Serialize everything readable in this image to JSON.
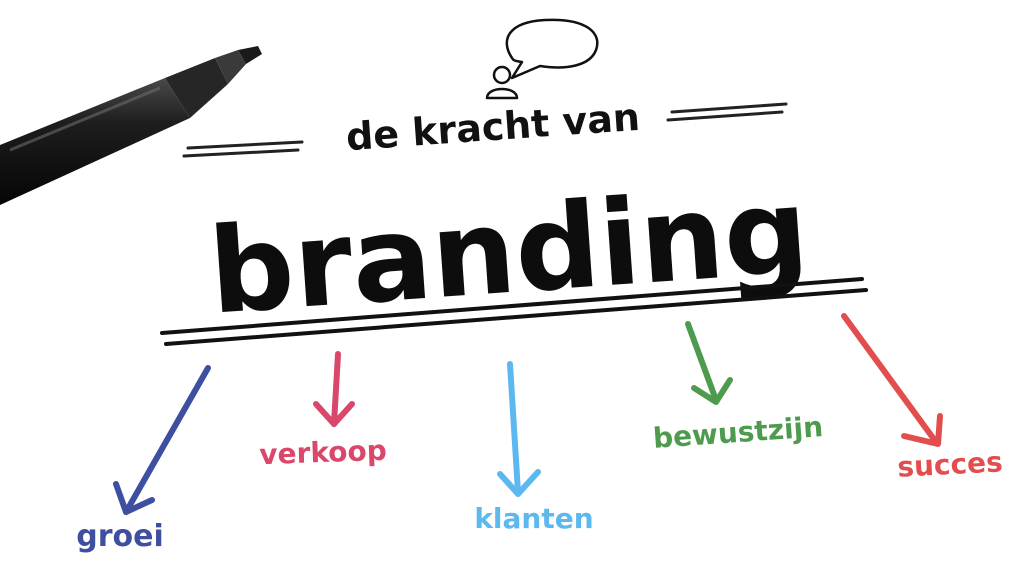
{
  "header": {
    "subtitle": "de kracht van",
    "title": "branding"
  },
  "branches": [
    {
      "label": "groei",
      "color": "#3f4fa0"
    },
    {
      "label": "verkoop",
      "color": "#d9486a"
    },
    {
      "label": "klanten",
      "color": "#5cb8ef"
    },
    {
      "label": "bewustzijn",
      "color": "#4e9a4e"
    },
    {
      "label": "succes",
      "color": "#e24d4d"
    }
  ],
  "colors": {
    "ink": "#111111",
    "pen_body": "#1b1b1b",
    "pen_tip": "#2a2a2a"
  },
  "icons": [
    "marker-pen-icon",
    "speech-bubble-icon",
    "person-icon"
  ]
}
